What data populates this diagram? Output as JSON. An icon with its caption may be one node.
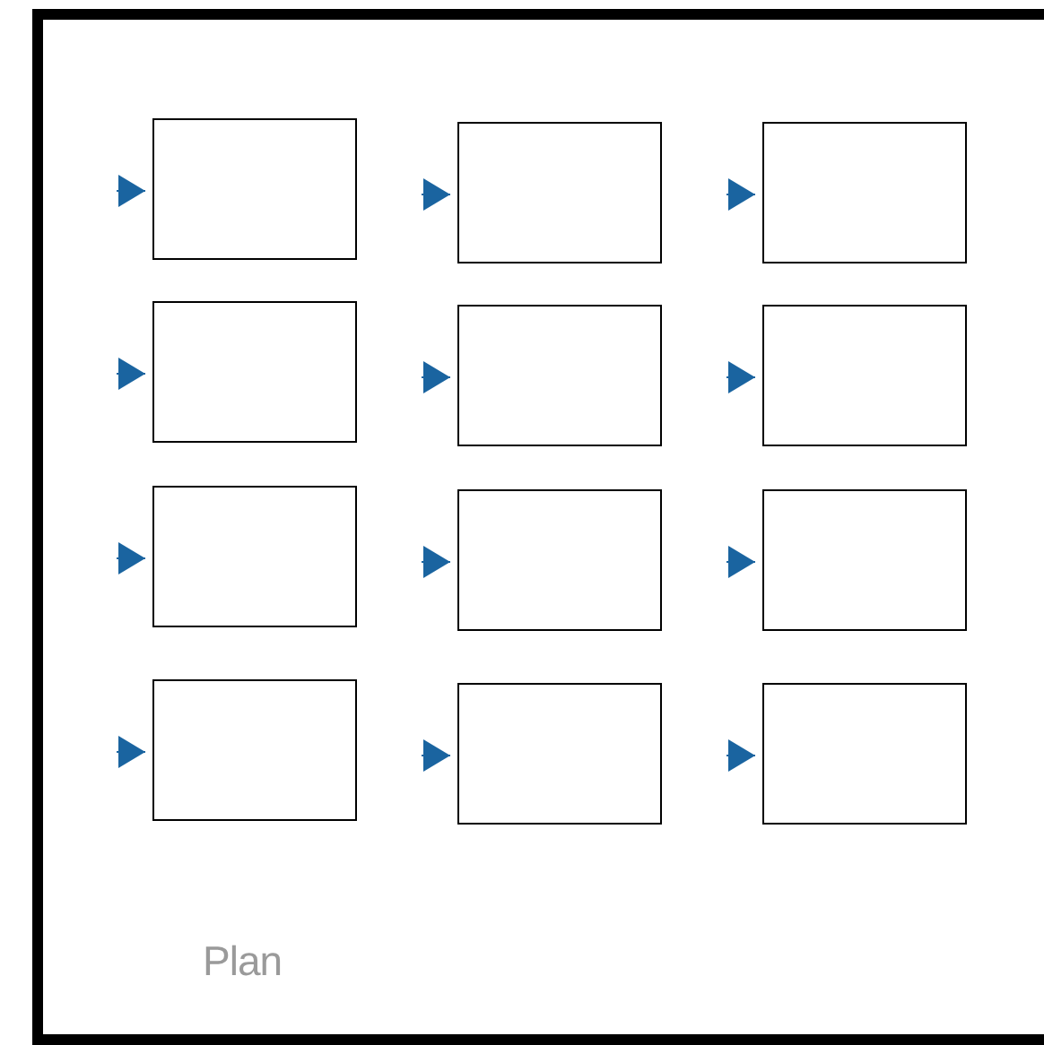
{
  "diagram": {
    "nodes": [
      {
        "text": [
          "Plan"
        ]
      },
      {
        "text": [],
        "shape": "box",
        "in": 0
      },
      {
        "text": [],
        "shape": "box",
        "in": 0
      },
      {
        "text": [],
        "shape": "box",
        "in": 0
      },
      {
        "text": [],
        "shape": "box",
        "in": 0
      },
      {
        "text": [],
        "shape": "box",
        "in": 0
      },
      {
        "text": [],
        "shape": "box",
        "in": 0
      },
      {
        "text": [],
        "shape": "box",
        "in": 0
      },
      {
        "text": [],
        "shape": "box",
        "in": 0
      },
      {
        "text": [],
        "shape": "box",
        "in": 0
      },
      {
        "text": [],
        "shape": "box",
        "in": 0
      },
      {
        "text": [],
        "shape": "box",
        "in": 0
      },
      {
        "text": [],
        "shape": "box",
        "in": 0
      }
    ],
    "edges": [
      {
        "from": null,
        "to": 1,
        "arrow": "to"
      },
      {
        "from": null,
        "to": 2,
        "arrow": "to"
      },
      {
        "from": null,
        "to": 3,
        "arrow": "to"
      },
      {
        "from": null,
        "to": 4,
        "arrow": "to"
      },
      {
        "from": null,
        "to": 5,
        "arrow": "to"
      },
      {
        "from": null,
        "to": 6,
        "arrow": "to"
      },
      {
        "from": null,
        "to": 7,
        "arrow": "to"
      },
      {
        "from": null,
        "to": 8,
        "arrow": "to"
      },
      {
        "from": null,
        "to": 9,
        "arrow": "to"
      },
      {
        "from": null,
        "to": 10,
        "arrow": "to"
      },
      {
        "from": null,
        "to": 11,
        "arrow": "to"
      },
      {
        "from": null,
        "to": 12,
        "arrow": "to"
      }
    ]
  }
}
